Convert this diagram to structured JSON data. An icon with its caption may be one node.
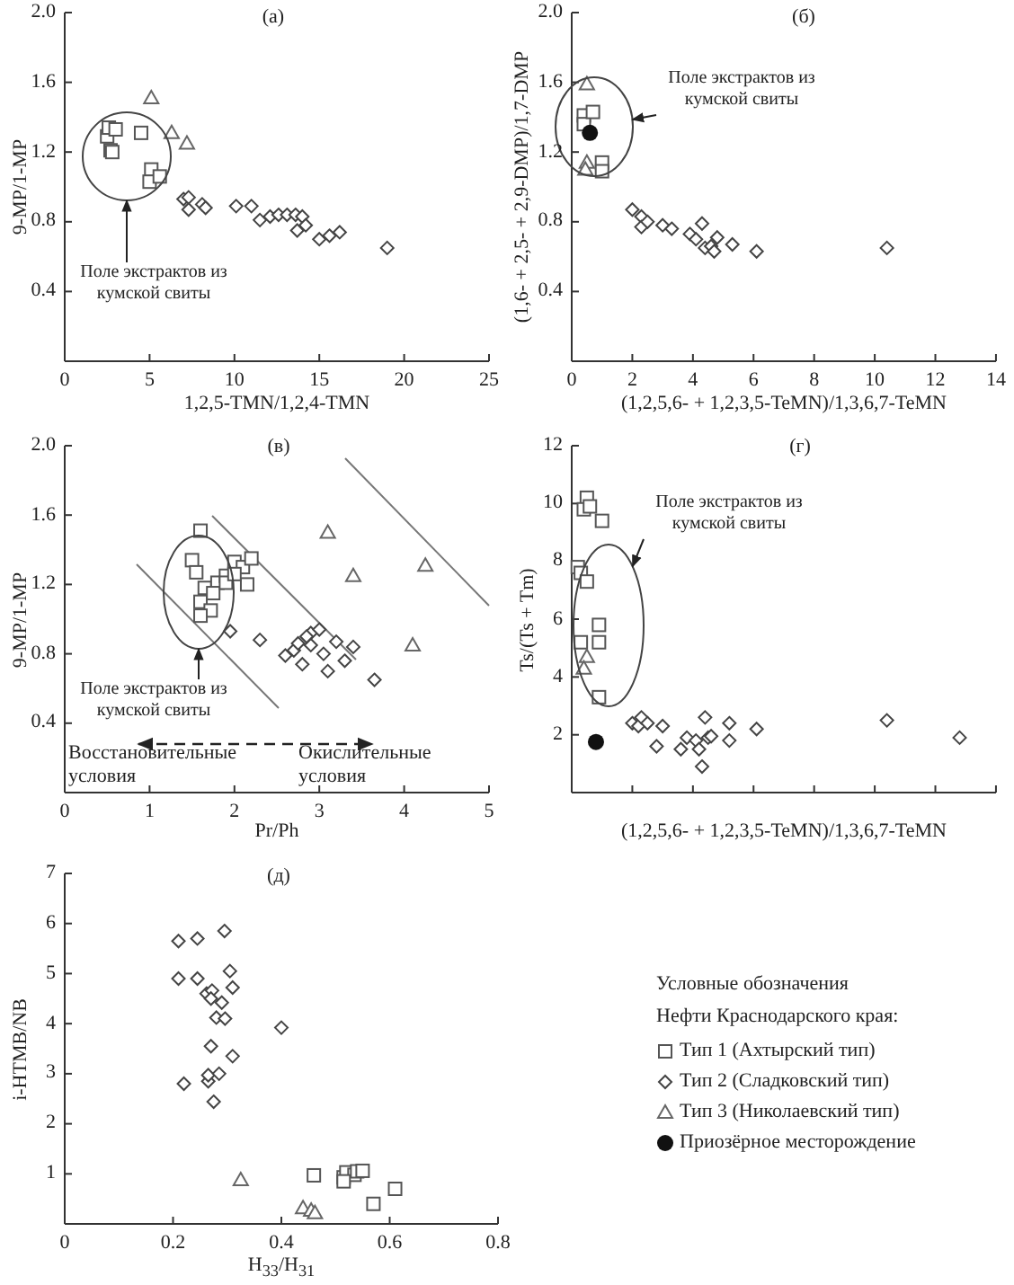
{
  "diagram": {
    "nodes": [
      {
        "text": [],
        "shape": "circle"
      },
      {
        "text": [
          "Поле экстрактов из кумской свиты"
        ]
      },
      {
        "text": [],
        "shape": "ellipse"
      },
      {
        "text": [
          "Поле экстрактов из кумской свиты"
        ]
      },
      {
        "text": [],
        "shape": "ellipse"
      },
      {
        "text": [
          "Поле экстрактов из кумской свиты"
        ]
      },
      {
        "text": [],
        "shape": "ellipse"
      },
      {
        "text": [
          "Поле экстрактов из кумской свиты"
        ]
      }
    ],
    "edges": [
      {
        "from": 1,
        "to": 0,
        "arrow": "to"
      },
      {
        "from": 3,
        "to": 2,
        "arrow": "to"
      },
      {
        "from": 5,
        "to": 4,
        "arrow": "to"
      },
      {
        "from": 7,
        "to": 6,
        "arrow": "to"
      }
    ],
    "labels": [
      "2.0",
      "(а)",
      "1.6",
      "1.2",
      "0.8",
      "0.4",
      "9-MP/1-MP",
      "0",
      "5",
      "10",
      "15",
      "20",
      "25",
      "1,2,5-TMN/1,2,4-TMN",
      "2.0",
      "(б)",
      "1.6",
      "1.2",
      "0.8",
      "0.4",
      "(1,6- + 2,5- + 2,9-DMP)/1,7-DMP",
      "0",
      "2",
      "4",
      "6",
      "8",
      "10",
      "12",
      "14",
      "(1,2,5,6- + 1,2,3,5-TeMN)/1,3,6,7-TeMN",
      "2.0",
      "(в)",
      "1.6",
      "1.2",
      "0.8",
      "0.4",
      "9-MP/1-MP",
      "Восстановительные условия",
      "Окислительные условия",
      "0",
      "1",
      "2",
      "3",
      "4",
      "5",
      "Pr/Ph",
      "12",
      "(г)",
      "10",
      "8",
      "6",
      "4",
      "2",
      "Ts/(Ts + Tm)",
      "(1,2,5,6- + 1,2,3,5-TeMN)/1,3,6,7-TeMN",
      "7",
      "(д)",
      "6",
      "5",
      "4",
      "3",
      "2",
      "1",
      "i-HTMB/NB",
      "0",
      "0.2",
      "0.4",
      "0.6",
      "0.8",
      "H$_{33}$/H$_{31}$",
      "Условные обозначения",
      "Нефти Краснодарского края:"
    ],
    "legend": [
      {
        "text": "Тип 1 (Ахтырский тип)"
      },
      {
        "text": "Тип 2 (Сладковский тип)"
      },
      {
        "text": "Тип 3 (Николаевский тип)"
      },
      {
        "text": "Приозёрное месторождение"
      }
    ]
  }
}
